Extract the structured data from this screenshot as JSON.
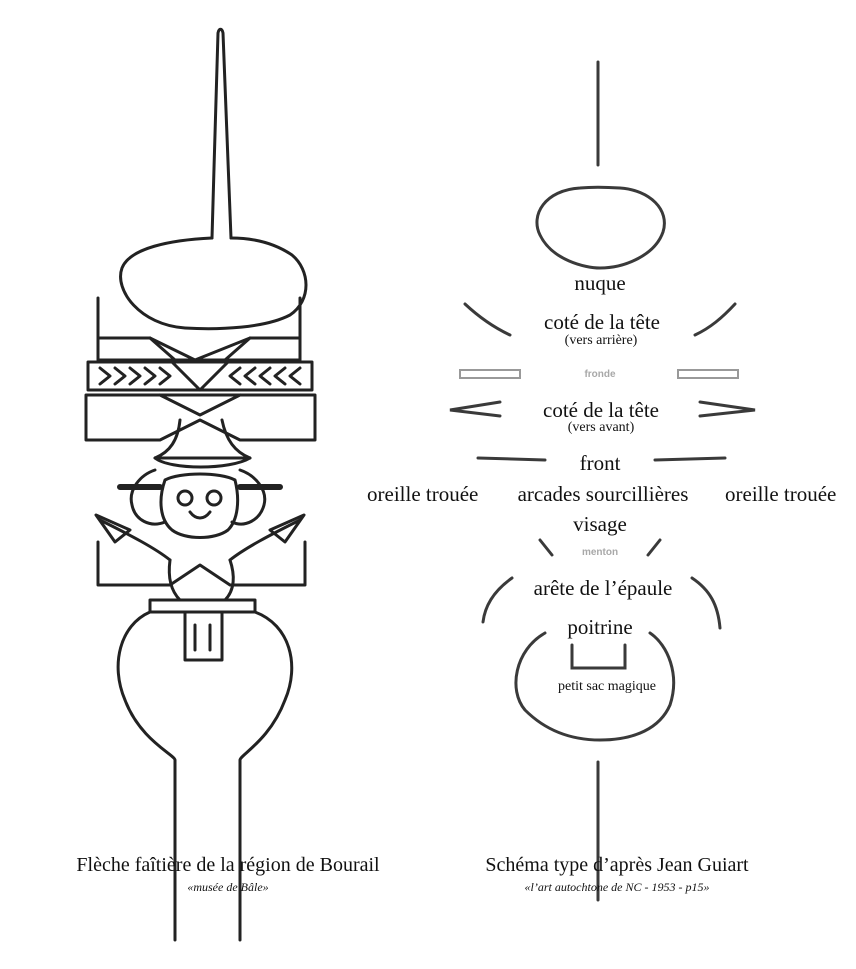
{
  "diagram": {
    "labels": {
      "nuque": "nuque",
      "cote_tete_arriere": "coté de la tête",
      "vers_arriere": "(vers arrière)",
      "fronde": "fronde",
      "cote_tete_avant": "coté de la tête",
      "vers_avant": "(vers avant)",
      "front": "front",
      "oreille_gauche": "oreille trouée",
      "arcades": "arcades sourcillières",
      "oreille_droite": "oreille trouée",
      "visage": "visage",
      "menton": "menton",
      "arete_epaule": "arête de l’épaule",
      "poitrine": "poitrine",
      "petit_sac": "petit sac magique"
    },
    "captions": {
      "left_title": "Flèche faîtière de la région de Bourail",
      "left_source": "«musée de Bâle»",
      "right_title": "Schéma type d’après Jean Guiart",
      "right_source": "«l’art autochtone de NC - 1953 - p15»"
    }
  }
}
